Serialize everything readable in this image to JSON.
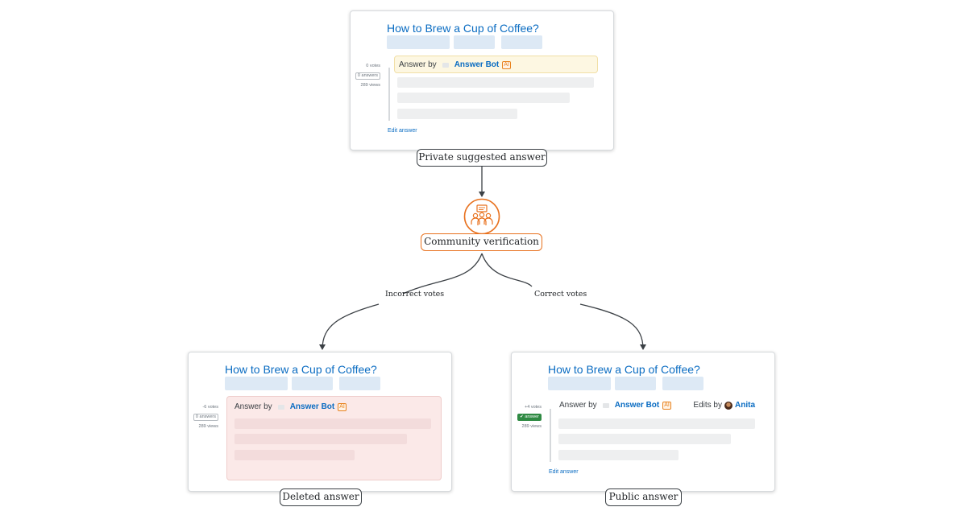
{
  "question_title": "How to Brew a Cup of Coffee?",
  "bot_name": "Answer Bot",
  "ai_badge": "AI",
  "answer_by": "Answer by",
  "edit_answer": "Edit answer",
  "views": "289 views",
  "answers_count": "0 answers",
  "cards": {
    "private": {
      "votes": "0 votes"
    },
    "deleted": {
      "votes": "-6 votes"
    },
    "public": {
      "votes": "+4 votes",
      "accepted": "answer",
      "edits_by": "Edits by",
      "editor": "Anita"
    }
  },
  "labels": {
    "private": "Private suggested answer",
    "community": "Community verification",
    "deleted": "Deleted answer",
    "public": "Public answer"
  },
  "edges": {
    "incorrect": "Incorrect votes",
    "correct": "Correct votes"
  },
  "colors": {
    "accent_orange": "#e8711e",
    "link_blue": "#0a6cc2",
    "accepted_green": "#2f8a43",
    "deleted_pink": "#fbe9e8",
    "suggested_yellow": "#fdf7e2"
  },
  "icons": {
    "community": "community-group-icon",
    "bot": "bot-icon",
    "avatar": "avatar"
  }
}
